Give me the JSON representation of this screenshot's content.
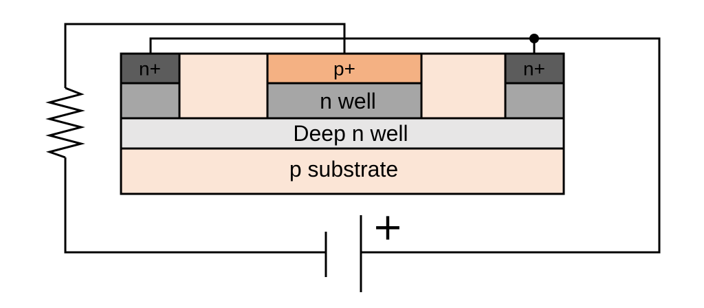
{
  "layers": {
    "n_plus_left": "n+",
    "p_plus": "p+",
    "n_plus_right": "n+",
    "n_well": "n well",
    "deep_n_well": "Deep n well",
    "p_substrate": "p substrate"
  },
  "battery": {
    "polarity": "+"
  },
  "colors": {
    "n_plus": "#5c5c5c",
    "n_well": "#a6a6a6",
    "p_plus": "#f4b183",
    "isolation": "#fbe5d6",
    "deep_n_well": "#e7e6e6",
    "p_substrate": "#fbe5d6"
  }
}
